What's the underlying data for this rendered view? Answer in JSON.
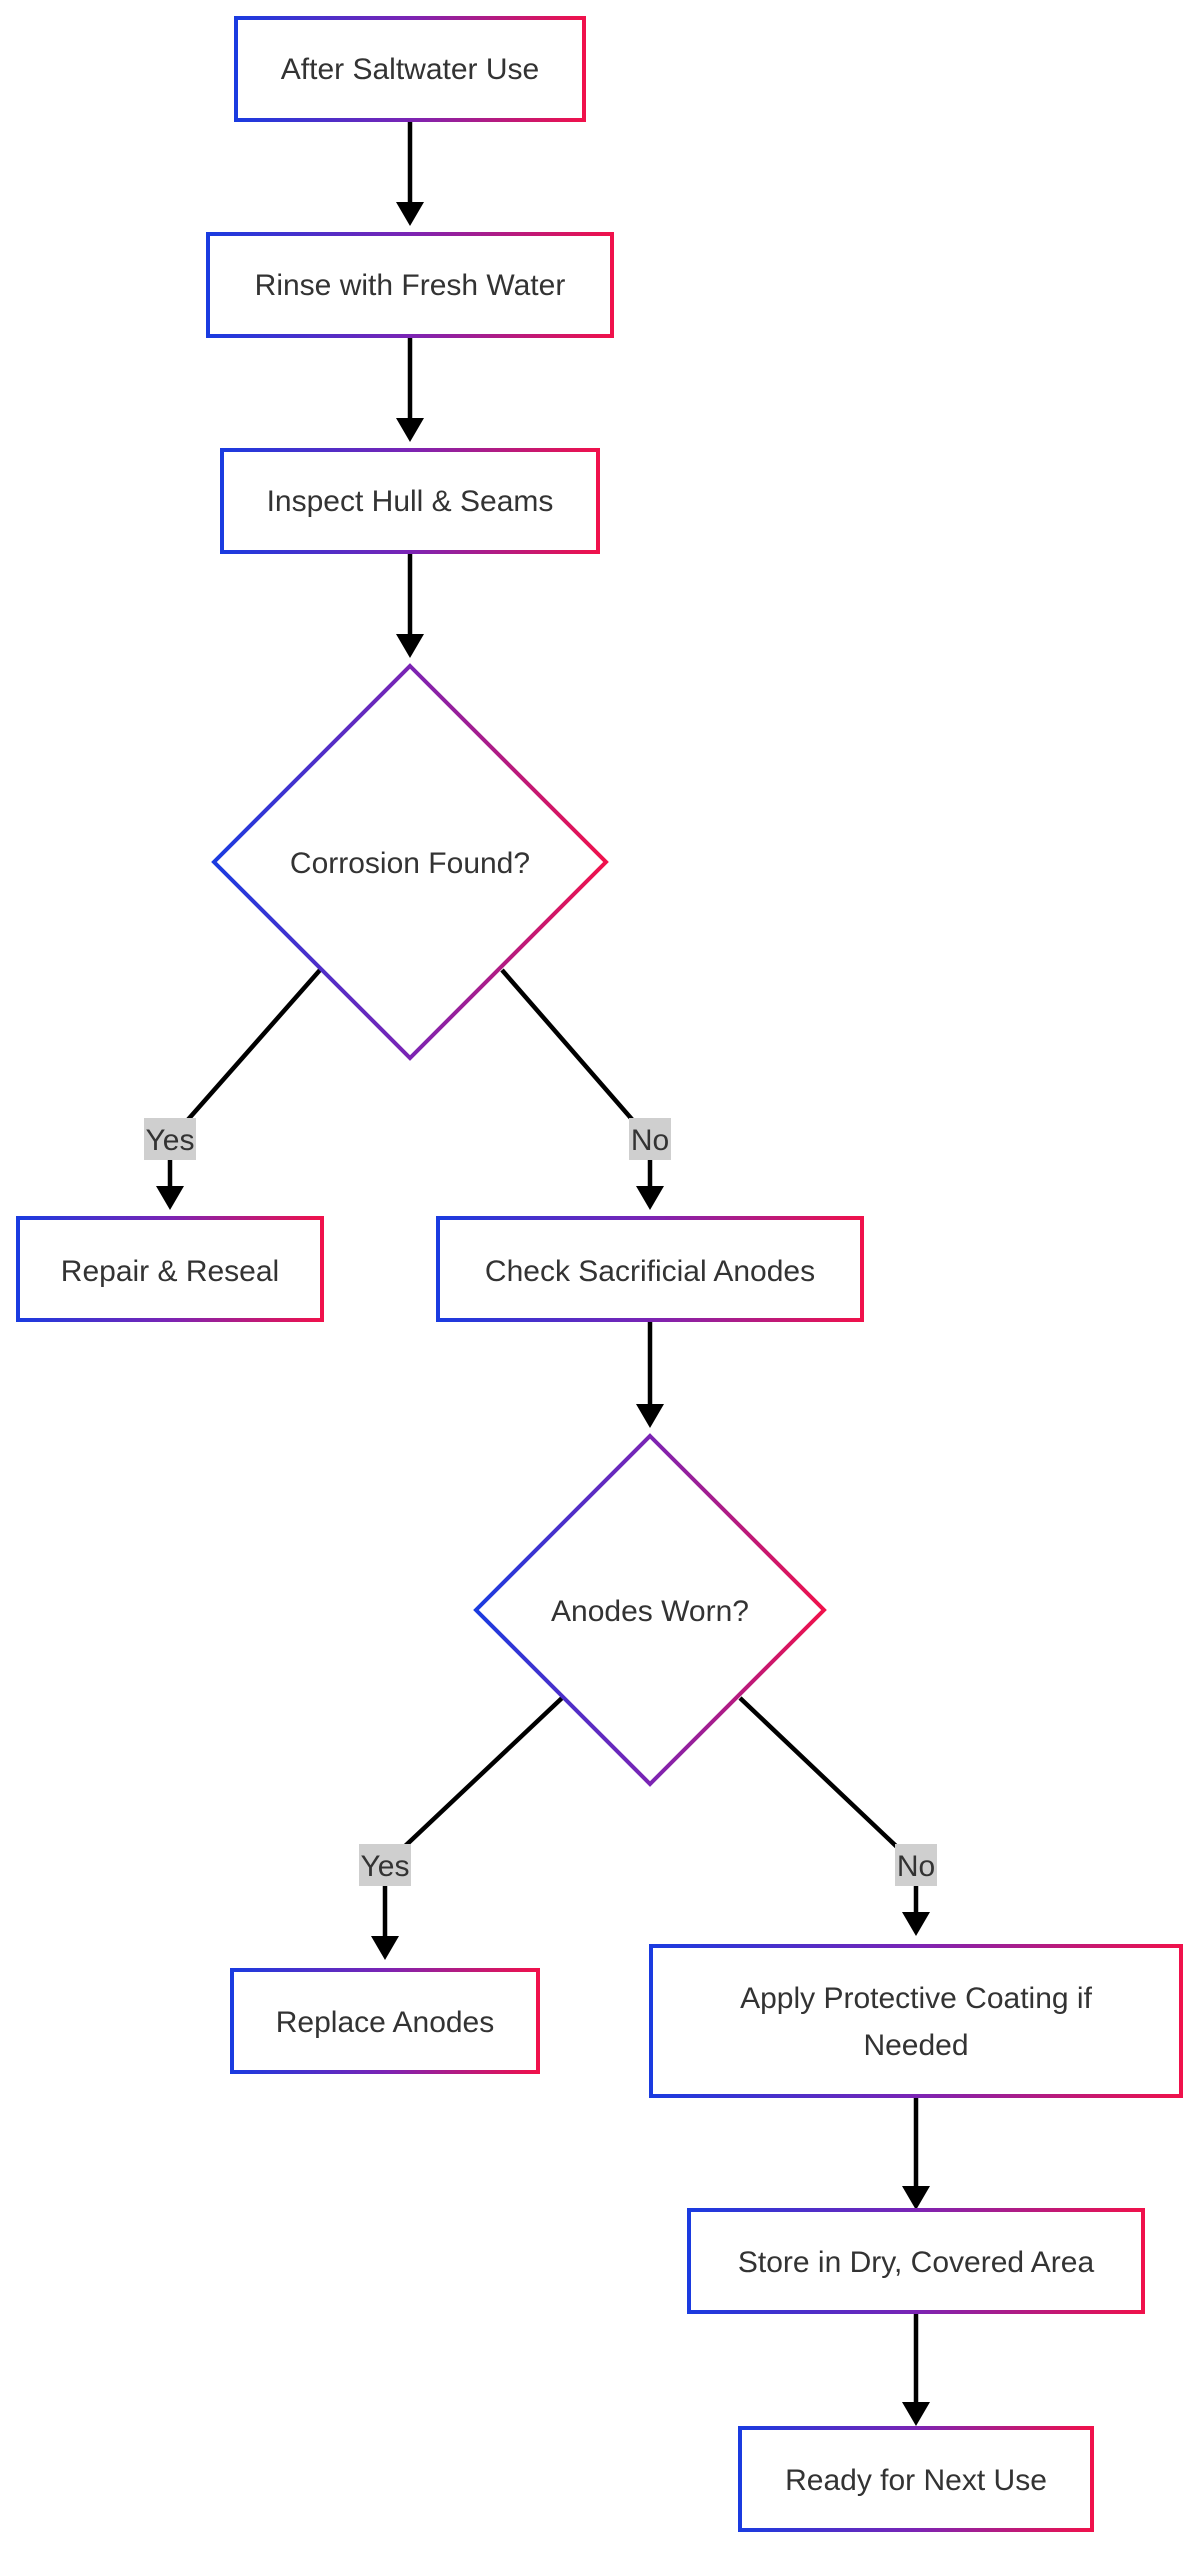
{
  "colors": {
    "border_start": "#1a3be0",
    "border_mid": "#7b24b4",
    "border_end": "#f0114b",
    "edge": "#000000",
    "text": "#333333",
    "label_bg": "#cfcfcf"
  },
  "nodes": {
    "after_saltwater_use": "After Saltwater Use",
    "rinse_fresh_water": "Rinse with Fresh Water",
    "inspect_hull_seams": "Inspect Hull & Seams",
    "corrosion_found": "Corrosion Found?",
    "repair_reseal": "Repair & Reseal",
    "check_anodes": "Check Sacrificial Anodes",
    "anodes_worn": "Anodes Worn?",
    "replace_anodes": "Replace Anodes",
    "apply_coating_line1": "Apply Protective Coating if",
    "apply_coating_line2": "Needed",
    "store_dry": "Store in Dry, Covered Area",
    "ready_next_use": "Ready for Next Use"
  },
  "edge_labels": {
    "corrosion_yes": "Yes",
    "corrosion_no": "No",
    "anodes_yes": "Yes",
    "anodes_no": "No"
  }
}
